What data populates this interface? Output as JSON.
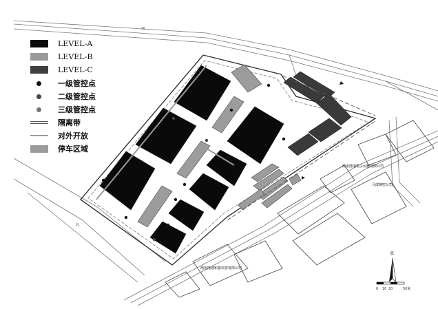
{
  "legend": {
    "items": [
      {
        "label": "LEVEL-A",
        "kind": "rect",
        "color": "#0a0a0a"
      },
      {
        "label": "LEVEL-B",
        "kind": "rect",
        "color": "#9a9a9a"
      },
      {
        "label": "LEVEL-C",
        "kind": "rect",
        "color": "#404040"
      },
      {
        "label": "一级管控点",
        "kind": "dot",
        "color": "#111111"
      },
      {
        "label": "二级管控点",
        "kind": "dot",
        "color": "#444444"
      },
      {
        "label": "三级管控点",
        "kind": "dot",
        "color": "#777777"
      },
      {
        "label": "隔离带",
        "kind": "double-line",
        "color": "#555555"
      },
      {
        "label": "对外开放",
        "kind": "line",
        "color": "#999999"
      },
      {
        "label": "停车区域",
        "kind": "rect",
        "color": "#9c9c9c"
      }
    ]
  },
  "map_labels": {
    "company_north": "南京陆瑞电子仪器有限公司",
    "company_east": "凡成精密公司",
    "company_south": "南京陆通和善科技有限公司",
    "road_west": "北",
    "road_north": "河"
  },
  "compass": {
    "north_label": "北",
    "scale_ticks": [
      "0",
      "10",
      "20",
      "50米"
    ]
  }
}
